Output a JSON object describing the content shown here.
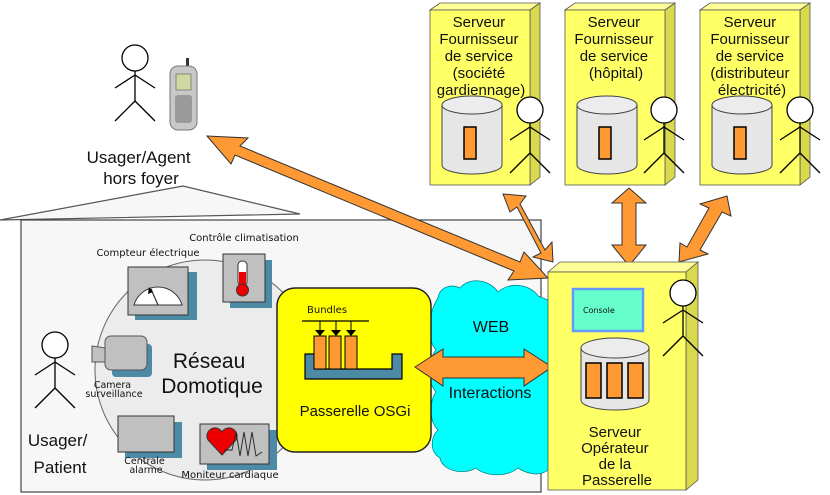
{
  "actors": {
    "remote_user": {
      "label_line1": "Usager/Agent",
      "label_line2": "hors foyer"
    },
    "patient": {
      "label_line1": "Usager/",
      "label_line2": "Patient"
    }
  },
  "home_network": {
    "center_line1": "Réseau",
    "center_line2": "Domotique",
    "devices": [
      {
        "id": "meter",
        "label": "Compteur électrique"
      },
      {
        "id": "climate",
        "label": "Contrôle climatisation"
      },
      {
        "id": "camera",
        "label_line1": "Camera",
        "label_line2": "surveillance"
      },
      {
        "id": "alarm",
        "label_line1": "Centrale",
        "label_line2": "alarme"
      },
      {
        "id": "heart",
        "label": "Moniteur cardiaque"
      }
    ]
  },
  "gateway": {
    "label": "Passerelle OSGi",
    "bundles_label": "Bundles"
  },
  "cloud": {
    "top_label": "WEB",
    "bottom_label": "Interactions"
  },
  "provider_servers": [
    {
      "lines": [
        "Serveur",
        "Fournisseur",
        "de service",
        "(société",
        "gardiennage)"
      ]
    },
    {
      "lines": [
        "Serveur",
        "Fournisseur",
        "de service",
        "(hôpital)"
      ]
    },
    {
      "lines": [
        "Serveur",
        "Fournisseur",
        "de service",
        "(distributeur",
        "électricité)"
      ]
    }
  ],
  "operator_server": {
    "console_label": "Console",
    "lines": [
      "Serveur",
      "Opérateur",
      "de la",
      "Passerelle"
    ]
  },
  "colors": {
    "server_yellow": "#ffff66",
    "server_side": "#d9d94d",
    "arrow_orange": "#ff9933",
    "gateway_yellow": "#ffff00",
    "cloud_cyan": "#00ffff",
    "console_fill": "#66ffcc",
    "console_border": "#6699ff",
    "device_gray": "#c0c0c0",
    "device_shadow": "#4d8aa6"
  }
}
